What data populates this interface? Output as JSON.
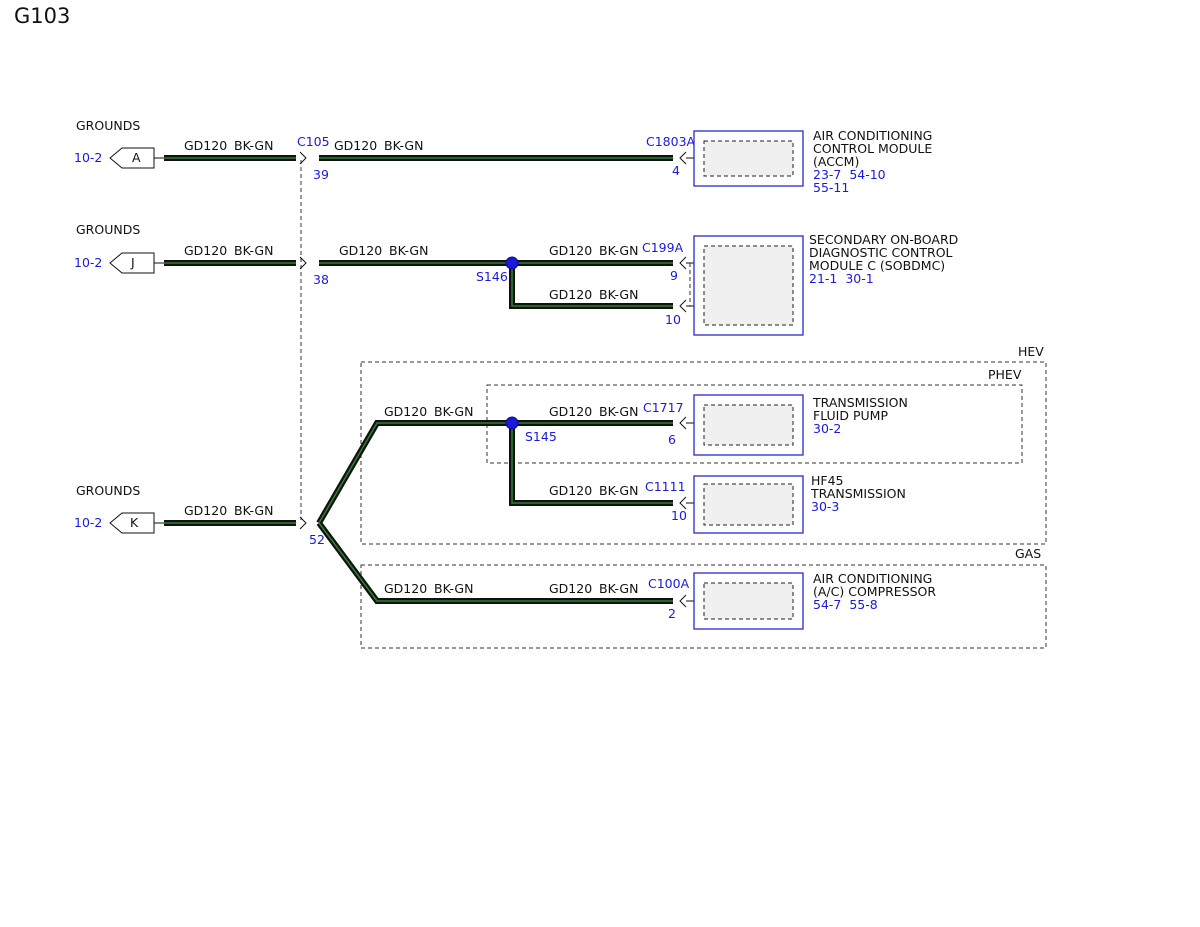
{
  "diagram_title": "G103",
  "grounds": [
    {
      "label": "GROUNDS",
      "ref": "10-2",
      "letter": "A"
    },
    {
      "label": "GROUNDS",
      "ref": "10-2",
      "letter": "J"
    },
    {
      "label": "GROUNDS",
      "ref": "10-2",
      "letter": "K"
    }
  ],
  "wire": {
    "circuit": "GD120",
    "color": "BK-GN",
    "color_hex": "#2e7d32"
  },
  "inline_connector": {
    "name": "C105",
    "pins": [
      "39",
      "38",
      "52"
    ]
  },
  "splices": [
    "S146",
    "S145"
  ],
  "components": [
    {
      "connector": "C1803A",
      "pin": "4",
      "name": [
        "AIR CONDITIONING",
        "CONTROL MODULE",
        "(ACCM)"
      ],
      "refs": [
        "23-7  54-10",
        "55-11"
      ]
    },
    {
      "connector": "C199A",
      "pins": [
        "9",
        "10"
      ],
      "name": [
        "SECONDARY ON-BOARD",
        "DIAGNOSTIC CONTROL",
        "MODULE C (SOBDMC)"
      ],
      "refs": [
        "21-1  30-1"
      ]
    },
    {
      "connector": "C1717",
      "pin": "6",
      "name": [
        "TRANSMISSION",
        "FLUID PUMP"
      ],
      "refs": [
        "30-2"
      ]
    },
    {
      "connector": "C1111",
      "pin": "10",
      "name": [
        "HF45",
        "TRANSMISSION"
      ],
      "refs": [
        "30-3"
      ]
    },
    {
      "connector": "C100A",
      "pin": "2",
      "name": [
        "AIR CONDITIONING",
        "(A/C) COMPRESSOR"
      ],
      "refs": [
        "54-7  55-8"
      ]
    }
  ],
  "option_groups": [
    "HEV",
    "PHEV",
    "GAS"
  ],
  "accent_blue": "#1a1adc",
  "wire_stripe": "#2e7d32"
}
